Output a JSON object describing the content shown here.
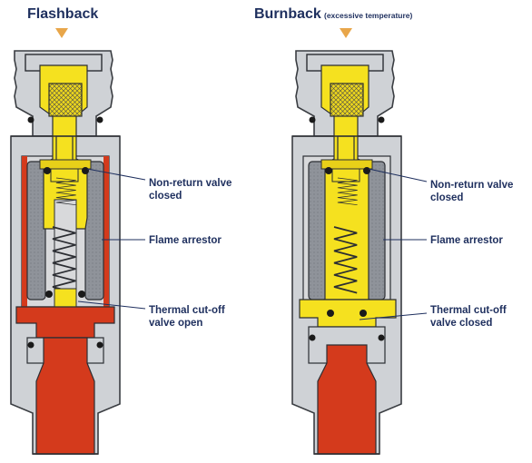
{
  "left": {
    "title": "Flashback",
    "labels": {
      "non_return_1": "Non-return valve",
      "non_return_2": "closed",
      "flame_arrestor": "Flame arrestor",
      "thermal_1": "Thermal cut-off",
      "thermal_2": "valve open"
    }
  },
  "right": {
    "title": "Burnback",
    "subtitle": "(excessive temperature)",
    "labels": {
      "non_return_1": "Non-return valve",
      "non_return_2": "closed",
      "flame_arrestor": "Flame arrestor",
      "thermal_1": "Thermal cut-off",
      "thermal_2": "valve closed"
    }
  },
  "colors": {
    "text": "#1e2f5e",
    "arrow": "#e8a64a",
    "gas": "#f5e11f",
    "flame": "#d43a1c",
    "body": "#cfd2d6",
    "arrestor": "#8d9198"
  }
}
